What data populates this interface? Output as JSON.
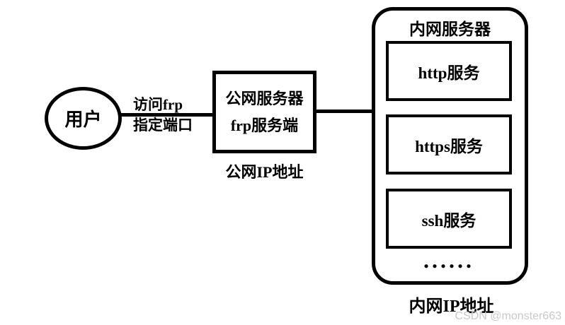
{
  "diagram": {
    "user_node": {
      "label": "用户"
    },
    "access_link": {
      "label_line1": "访问frp",
      "label_line2": "指定端口"
    },
    "public_server": {
      "line1": "公网服务器",
      "line2": "frp服务端",
      "caption": "公网IP地址"
    },
    "intranet_server": {
      "title": "内网服务器",
      "services": [
        {
          "label": "http服务"
        },
        {
          "label": "https服务"
        },
        {
          "label": "ssh服务"
        }
      ],
      "ellipsis": "......",
      "caption": "内网IP地址"
    },
    "colors": {
      "line": "#000000",
      "background": "#ffffff",
      "watermark": "#c9c9c9"
    }
  },
  "watermark": {
    "text": "CSDN @monster663"
  }
}
